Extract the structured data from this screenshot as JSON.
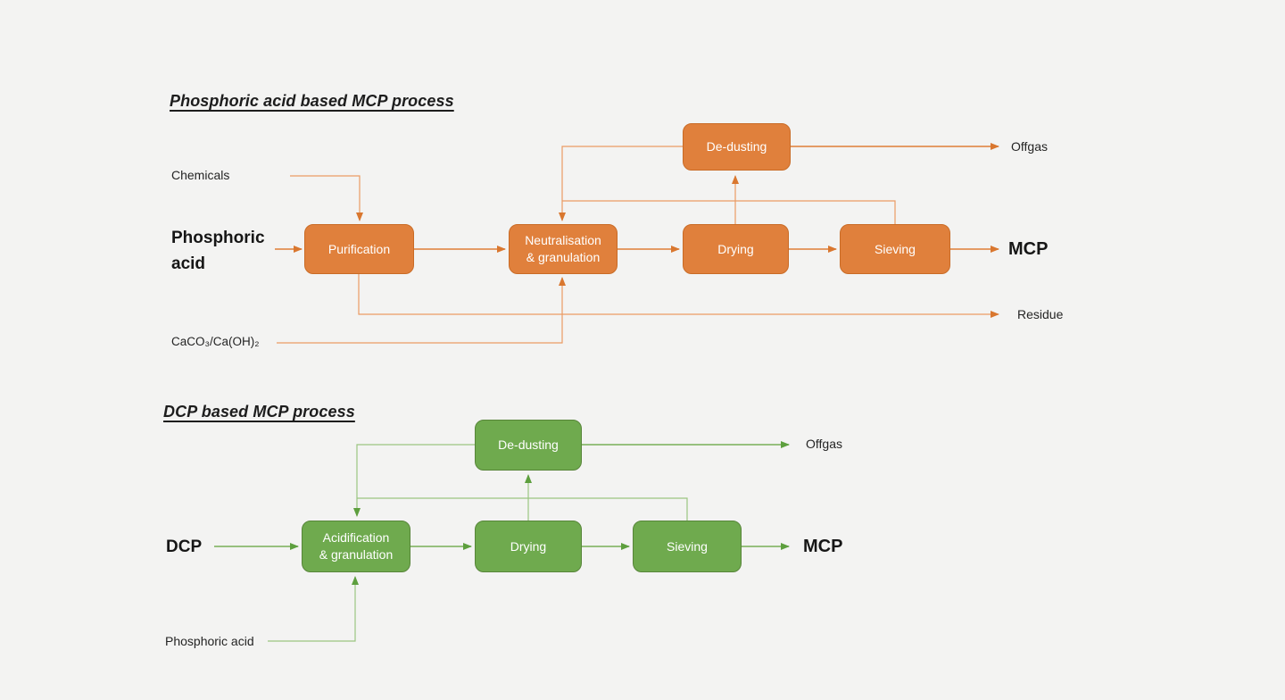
{
  "background_color": "#f3f3f2",
  "palette": {
    "orange_fill": "#e0803c",
    "orange_border": "#c96b26",
    "orange_line": "#df7e38",
    "orange_line_light": "#ea9b64",
    "green_fill": "#6faa4e",
    "green_border": "#578539",
    "green_line": "#79af58",
    "green_line_light": "#9ac581",
    "text_color": "#242424",
    "node_text_color": "#ffffff"
  },
  "diagrams": [
    {
      "title": "Phosphoric acid based MCP process",
      "nodes": {
        "purification": "Purification",
        "neutralisation": "Neutralisation\n& granulation",
        "drying": "Drying",
        "sieving": "Sieving",
        "dedusting": "De-dusting"
      },
      "inputs": {
        "chemicals": "Chemicals",
        "phosphoric_acid": "Phosphoric\nacid",
        "caco3": "CaCO₃/Ca(OH)₂"
      },
      "outputs": {
        "offgas": "Offgas",
        "mcp": "MCP",
        "residue": "Residue"
      },
      "flows": [
        {
          "from": "Chemicals",
          "to": "Purification"
        },
        {
          "from": "Phosphoric acid",
          "to": "Purification"
        },
        {
          "from": "Purification",
          "to": "Neutralisation & granulation"
        },
        {
          "from": "Neutralisation & granulation",
          "to": "Drying"
        },
        {
          "from": "Drying",
          "to": "Sieving"
        },
        {
          "from": "Sieving",
          "to": "MCP"
        },
        {
          "from": "Drying",
          "to": "De-dusting"
        },
        {
          "from": "De-dusting",
          "to": "Offgas"
        },
        {
          "from": "De-dusting",
          "to": "Neutralisation & granulation"
        },
        {
          "from": "Sieving",
          "to": "Neutralisation & granulation"
        },
        {
          "from": "Purification",
          "to": "Residue"
        },
        {
          "from": "CaCO₃/Ca(OH)₂",
          "to": "Neutralisation & granulation"
        }
      ]
    },
    {
      "title": "DCP based MCP process",
      "nodes": {
        "acidification": "Acidification\n& granulation",
        "drying": "Drying",
        "sieving": "Sieving",
        "dedusting": "De-dusting"
      },
      "inputs": {
        "dcp": "DCP",
        "phosphoric_acid": "Phosphoric acid"
      },
      "outputs": {
        "offgas": "Offgas",
        "mcp": "MCP"
      },
      "flows": [
        {
          "from": "DCP",
          "to": "Acidification & granulation"
        },
        {
          "from": "Acidification & granulation",
          "to": "Drying"
        },
        {
          "from": "Drying",
          "to": "Sieving"
        },
        {
          "from": "Sieving",
          "to": "MCP"
        },
        {
          "from": "Drying",
          "to": "De-dusting"
        },
        {
          "from": "De-dusting",
          "to": "Offgas"
        },
        {
          "from": "De-dusting",
          "to": "Acidification & granulation"
        },
        {
          "from": "Sieving",
          "to": "Acidification & granulation"
        },
        {
          "from": "Phosphoric acid",
          "to": "Acidification & granulation"
        }
      ]
    }
  ]
}
